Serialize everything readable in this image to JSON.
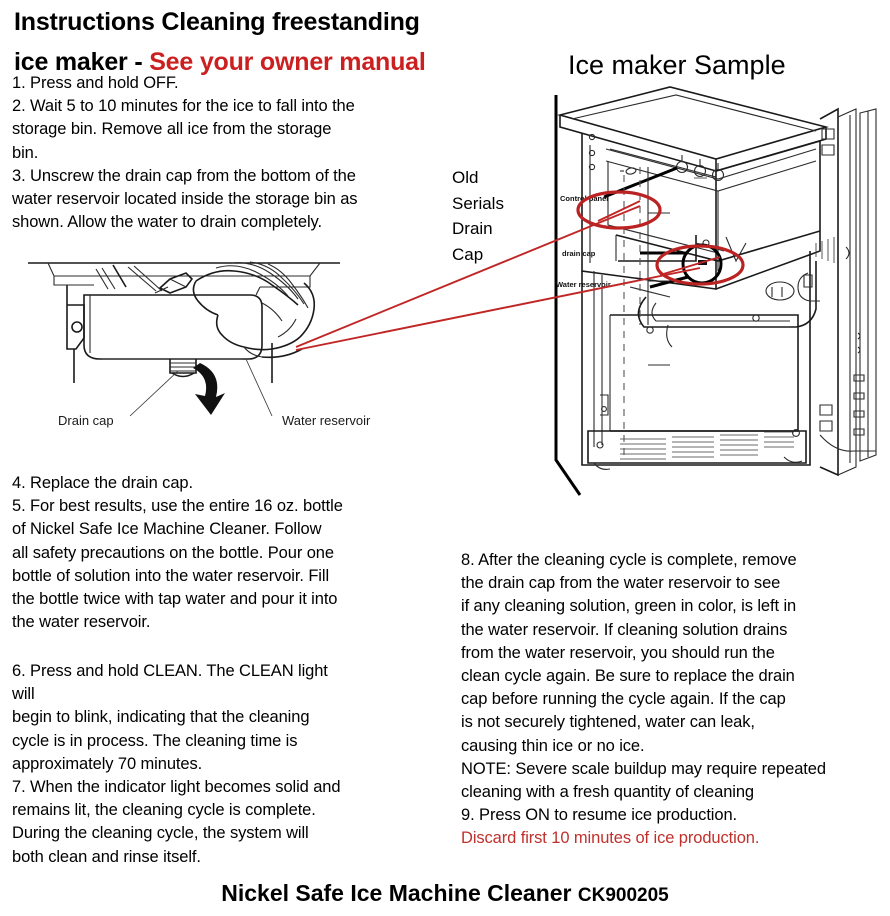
{
  "document": {
    "headline_part1": "Instructions Cleaning freestanding",
    "headline_part2": "ice maker - ",
    "headline_red": "See your owner manual",
    "footer_main": "Nickel Safe Ice Machine Cleaner ",
    "footer_code": "CK900205"
  },
  "left_column": {
    "steps_1_3": "1. Press and hold OFF.\n2. Wait 5 to 10 minutes for the ice to fall into the\nstorage bin. Remove all ice from the storage\nbin.\n3. Unscrew the drain cap from the bottom of the\nwater reservoir located inside the storage bin as\nshown. Allow the water to drain completely.",
    "steps_4_5": "4. Replace the drain cap.\n5. For best results, use the entire 16 oz. bottle\nof Nickel Safe Ice Machine Cleaner. Follow\nall safety precautions on the bottle. Pour one\nbottle of solution into the water reservoir. Fill\nthe bottle twice with tap water and pour it into\nthe water reservoir.",
    "steps_6_7": "6. Press and hold CLEAN. The CLEAN light\nwill\nbegin to blink, indicating that the cleaning\ncycle is in process. The cleaning time is\napproximately 70 minutes.\n7. When the indicator light becomes solid and\nremains lit, the cleaning cycle is complete.\nDuring the cleaning cycle, the system will\nboth clean and rinse itself."
  },
  "right_column": {
    "steps_8_9_black": "8. After the cleaning cycle is complete, remove\nthe drain cap from the water reservoir to see\nif any cleaning solution, green in color, is left in\nthe water reservoir. If cleaning solution drains\nfrom the water reservoir, you should run the\nclean cycle again. Be sure to replace the drain\ncap before running the cycle again. If the cap\nis not securely tightened, water can leak,\ncausing thin ice or no ice.\nNOTE: Severe scale buildup may require repeated\ncleaning with a fresh quantity of cleaning\n9. Press ON to resume ice production.",
    "steps_9_red": "Discard first 10 minutes of ice production."
  },
  "diagram_ice_maker": {
    "title": "Ice maker Sample",
    "old_serials_label": "Old\nSerials\nDrain\nCap",
    "callout_control_panel": "Control panel",
    "callout_drain_cap": "drain cap",
    "callout_water_reservoir": "Water reservoir"
  },
  "diagram_hand": {
    "label_drain_cap": "Drain cap",
    "label_water_reservoir": "Water reservoir"
  },
  "colors": {
    "red_accent": "#cc1f20",
    "red_annotation": "#bb2222",
    "ink": "#1a1a1a",
    "background": "#ffffff"
  }
}
